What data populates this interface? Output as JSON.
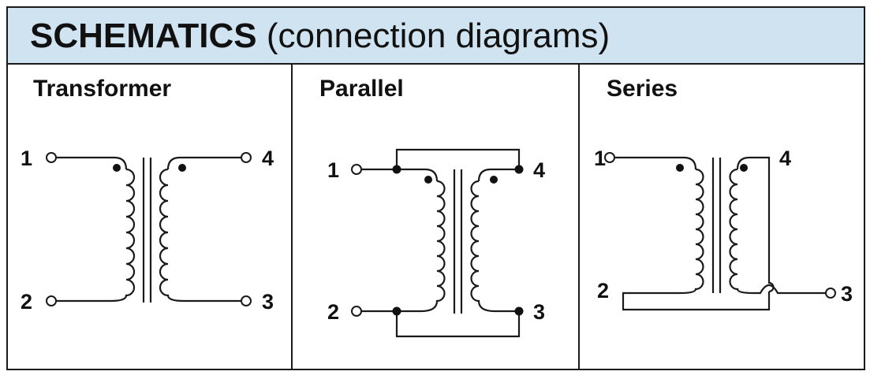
{
  "header": {
    "title": "SCHEMATICS",
    "subtitle": "(connection diagrams)"
  },
  "panels": [
    {
      "title": "Transformer",
      "pins": [
        "1",
        "2",
        "3",
        "4"
      ]
    },
    {
      "title": "Parallel",
      "pins": [
        "1",
        "2",
        "3",
        "4"
      ]
    },
    {
      "title": "Series",
      "pins": [
        "1",
        "2",
        "3",
        "4"
      ]
    }
  ],
  "colors": {
    "header_background": "#cfe3f0",
    "line": "#1a1a1a"
  }
}
